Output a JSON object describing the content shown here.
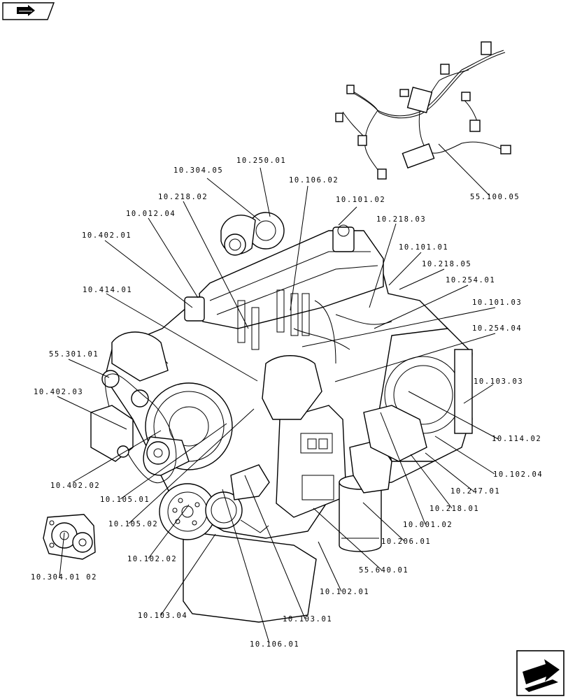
{
  "diagram": {
    "parts": [
      {
        "id": "10.250.01",
        "label": "10.250.01"
      },
      {
        "id": "10.304.05",
        "label": "10.304.05"
      },
      {
        "id": "10.106.02",
        "label": "10.106.02"
      },
      {
        "id": "10.218.02",
        "label": "10.218.02"
      },
      {
        "id": "10.101.02",
        "label": "10.101.02"
      },
      {
        "id": "10.012.04",
        "label": "10.012.04"
      },
      {
        "id": "10.218.03",
        "label": "10.218.03"
      },
      {
        "id": "10.402.01",
        "label": "10.402.01"
      },
      {
        "id": "10.101.01",
        "label": "10.101.01"
      },
      {
        "id": "10.218.05",
        "label": "10.218.05"
      },
      {
        "id": "10.254.01",
        "label": "10.254.01"
      },
      {
        "id": "10.414.01",
        "label": "10.414.01"
      },
      {
        "id": "10.101.03",
        "label": "10.101.03"
      },
      {
        "id": "10.254.04",
        "label": "10.254.04"
      },
      {
        "id": "55.301.01",
        "label": "55.301.01"
      },
      {
        "id": "10.103.03",
        "label": "10.103.03"
      },
      {
        "id": "10.402.03",
        "label": "10.402.03"
      },
      {
        "id": "10.114.02",
        "label": "10.114.02"
      },
      {
        "id": "10.102.04",
        "label": "10.102.04"
      },
      {
        "id": "10.402.02",
        "label": "10.402.02"
      },
      {
        "id": "10.247.01",
        "label": "10.247.01"
      },
      {
        "id": "10.105.01",
        "label": "10.105.01"
      },
      {
        "id": "10.218.01",
        "label": "10.218.01"
      },
      {
        "id": "10.105.02",
        "label": "10.105.02"
      },
      {
        "id": "10.001.02",
        "label": "10.001.02"
      },
      {
        "id": "10.206.01",
        "label": "10.206.01"
      },
      {
        "id": "10.102.02",
        "label": "10.102.02"
      },
      {
        "id": "55.640.01",
        "label": "55.640.01"
      },
      {
        "id": "10.304.01 02",
        "label": "10.304.01 02"
      },
      {
        "id": "10.102.01",
        "label": "10.102.01"
      },
      {
        "id": "10.103.04",
        "label": "10.103.04"
      },
      {
        "id": "10.103.01",
        "label": "10.103.01"
      },
      {
        "id": "10.106.01",
        "label": "10.106.01"
      },
      {
        "id": "55.100.05",
        "label": "55.100.05"
      }
    ]
  },
  "icons": {
    "top_left": "book-arrow-icon",
    "bottom_right": "next-page-arrow-icon"
  }
}
